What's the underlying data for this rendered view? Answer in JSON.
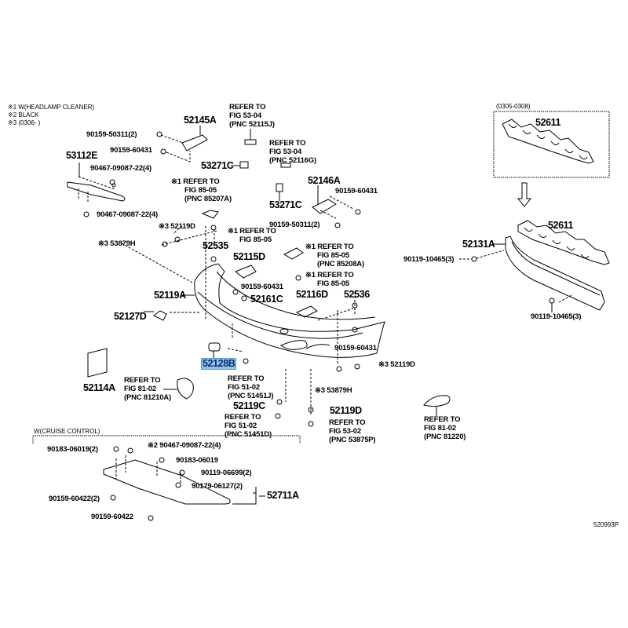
{
  "figure_id": "520993P",
  "highlight_color": "#8fc1f0",
  "notes": [
    "※1 W(HEADLAMP CLEANER)",
    "※2 BLACK",
    "※3 (0306-      )"
  ],
  "inset_label": "(0305-0308)",
  "subassembly_label": "W(CRUISE CONTROL)",
  "callouts": [
    {
      "lines": [
        "52145A"
      ]
    },
    {
      "lines": [
        "REFER TO",
        "FIG 53-04",
        "(PNC 52115J)"
      ]
    },
    {
      "lines": [
        "90159-50311(2)"
      ]
    },
    {
      "lines": [
        "REFER TO",
        "FIG 53-04",
        "(PNC 52116G)"
      ]
    },
    {
      "lines": [
        "90159-60431"
      ]
    },
    {
      "lines": [
        "53112E"
      ]
    },
    {
      "lines": [
        "90467-09087-22(4)"
      ]
    },
    {
      "lines": [
        "53271C"
      ]
    },
    {
      "lines": [
        "※1 REFER TO",
        "FIG 85-05",
        "(PNC 85207A)"
      ]
    },
    {
      "lines": [
        "52146A"
      ]
    },
    {
      "lines": [
        "90159-60431"
      ]
    },
    {
      "lines": [
        "53271C"
      ]
    },
    {
      "lines": [
        "90467-09087-22(4)"
      ]
    },
    {
      "lines": [
        "90159-50311(2)"
      ]
    },
    {
      "lines": [
        "※3 52119D"
      ]
    },
    {
      "lines": [
        "※1 REFER TO",
        "FIG 85-05"
      ]
    },
    {
      "lines": [
        "※3 53879H"
      ]
    },
    {
      "lines": [
        "52535"
      ]
    },
    {
      "lines": [
        "52115D"
      ]
    },
    {
      "lines": [
        "※1 REFER TO",
        "FIG 85-05",
        "(PNC 85208A)"
      ]
    },
    {
      "lines": [
        "90159-60431"
      ]
    },
    {
      "lines": [
        "※1 REFER TO",
        "FIG 85-05"
      ]
    },
    {
      "lines": [
        "52119A"
      ]
    },
    {
      "lines": [
        "52161C"
      ]
    },
    {
      "lines": [
        "52116D"
      ]
    },
    {
      "lines": [
        "52536"
      ]
    },
    {
      "lines": [
        "52127D"
      ]
    },
    {
      "lines": [
        "90159-60431"
      ]
    },
    {
      "lines": [
        "52128B"
      ]
    },
    {
      "lines": [
        "※3 52119D"
      ]
    },
    {
      "lines": [
        "52114A"
      ]
    },
    {
      "lines": [
        "REFER TO",
        "FIG 81-02",
        "(PNC 81210A)"
      ]
    },
    {
      "lines": [
        "REFER TO",
        "FIG 51-02",
        "(PNC 51451J)"
      ]
    },
    {
      "lines": [
        "※3 53879H"
      ]
    },
    {
      "lines": [
        "52119C"
      ]
    },
    {
      "lines": [
        "52119D"
      ]
    },
    {
      "lines": [
        "REFER TO",
        "FIG 51-02",
        "(PNC 51451D)"
      ]
    },
    {
      "lines": [
        "REFER TO",
        "FIG 53-02",
        "(PNC 53875P)"
      ]
    },
    {
      "lines": [
        "REFER TO",
        "FIG 81-02",
        "(PNC 81220)"
      ]
    },
    {
      "lines": [
        "52611"
      ]
    },
    {
      "lines": [
        "52611"
      ]
    },
    {
      "lines": [
        "52131A"
      ]
    },
    {
      "lines": [
        "90119-10465(3)"
      ]
    },
    {
      "lines": [
        "90119-10465(3)"
      ]
    },
    {
      "lines": [
        "90183-06019(2)"
      ]
    },
    {
      "lines": [
        "※2 90467-09087-22(4)"
      ]
    },
    {
      "lines": [
        "90183-06019"
      ]
    },
    {
      "lines": [
        "90119-06699(2)"
      ]
    },
    {
      "lines": [
        "90179-06127(2)"
      ]
    },
    {
      "lines": [
        "52711A"
      ]
    },
    {
      "lines": [
        "90159-60422(2)"
      ]
    },
    {
      "lines": [
        "90159-60422"
      ]
    }
  ]
}
